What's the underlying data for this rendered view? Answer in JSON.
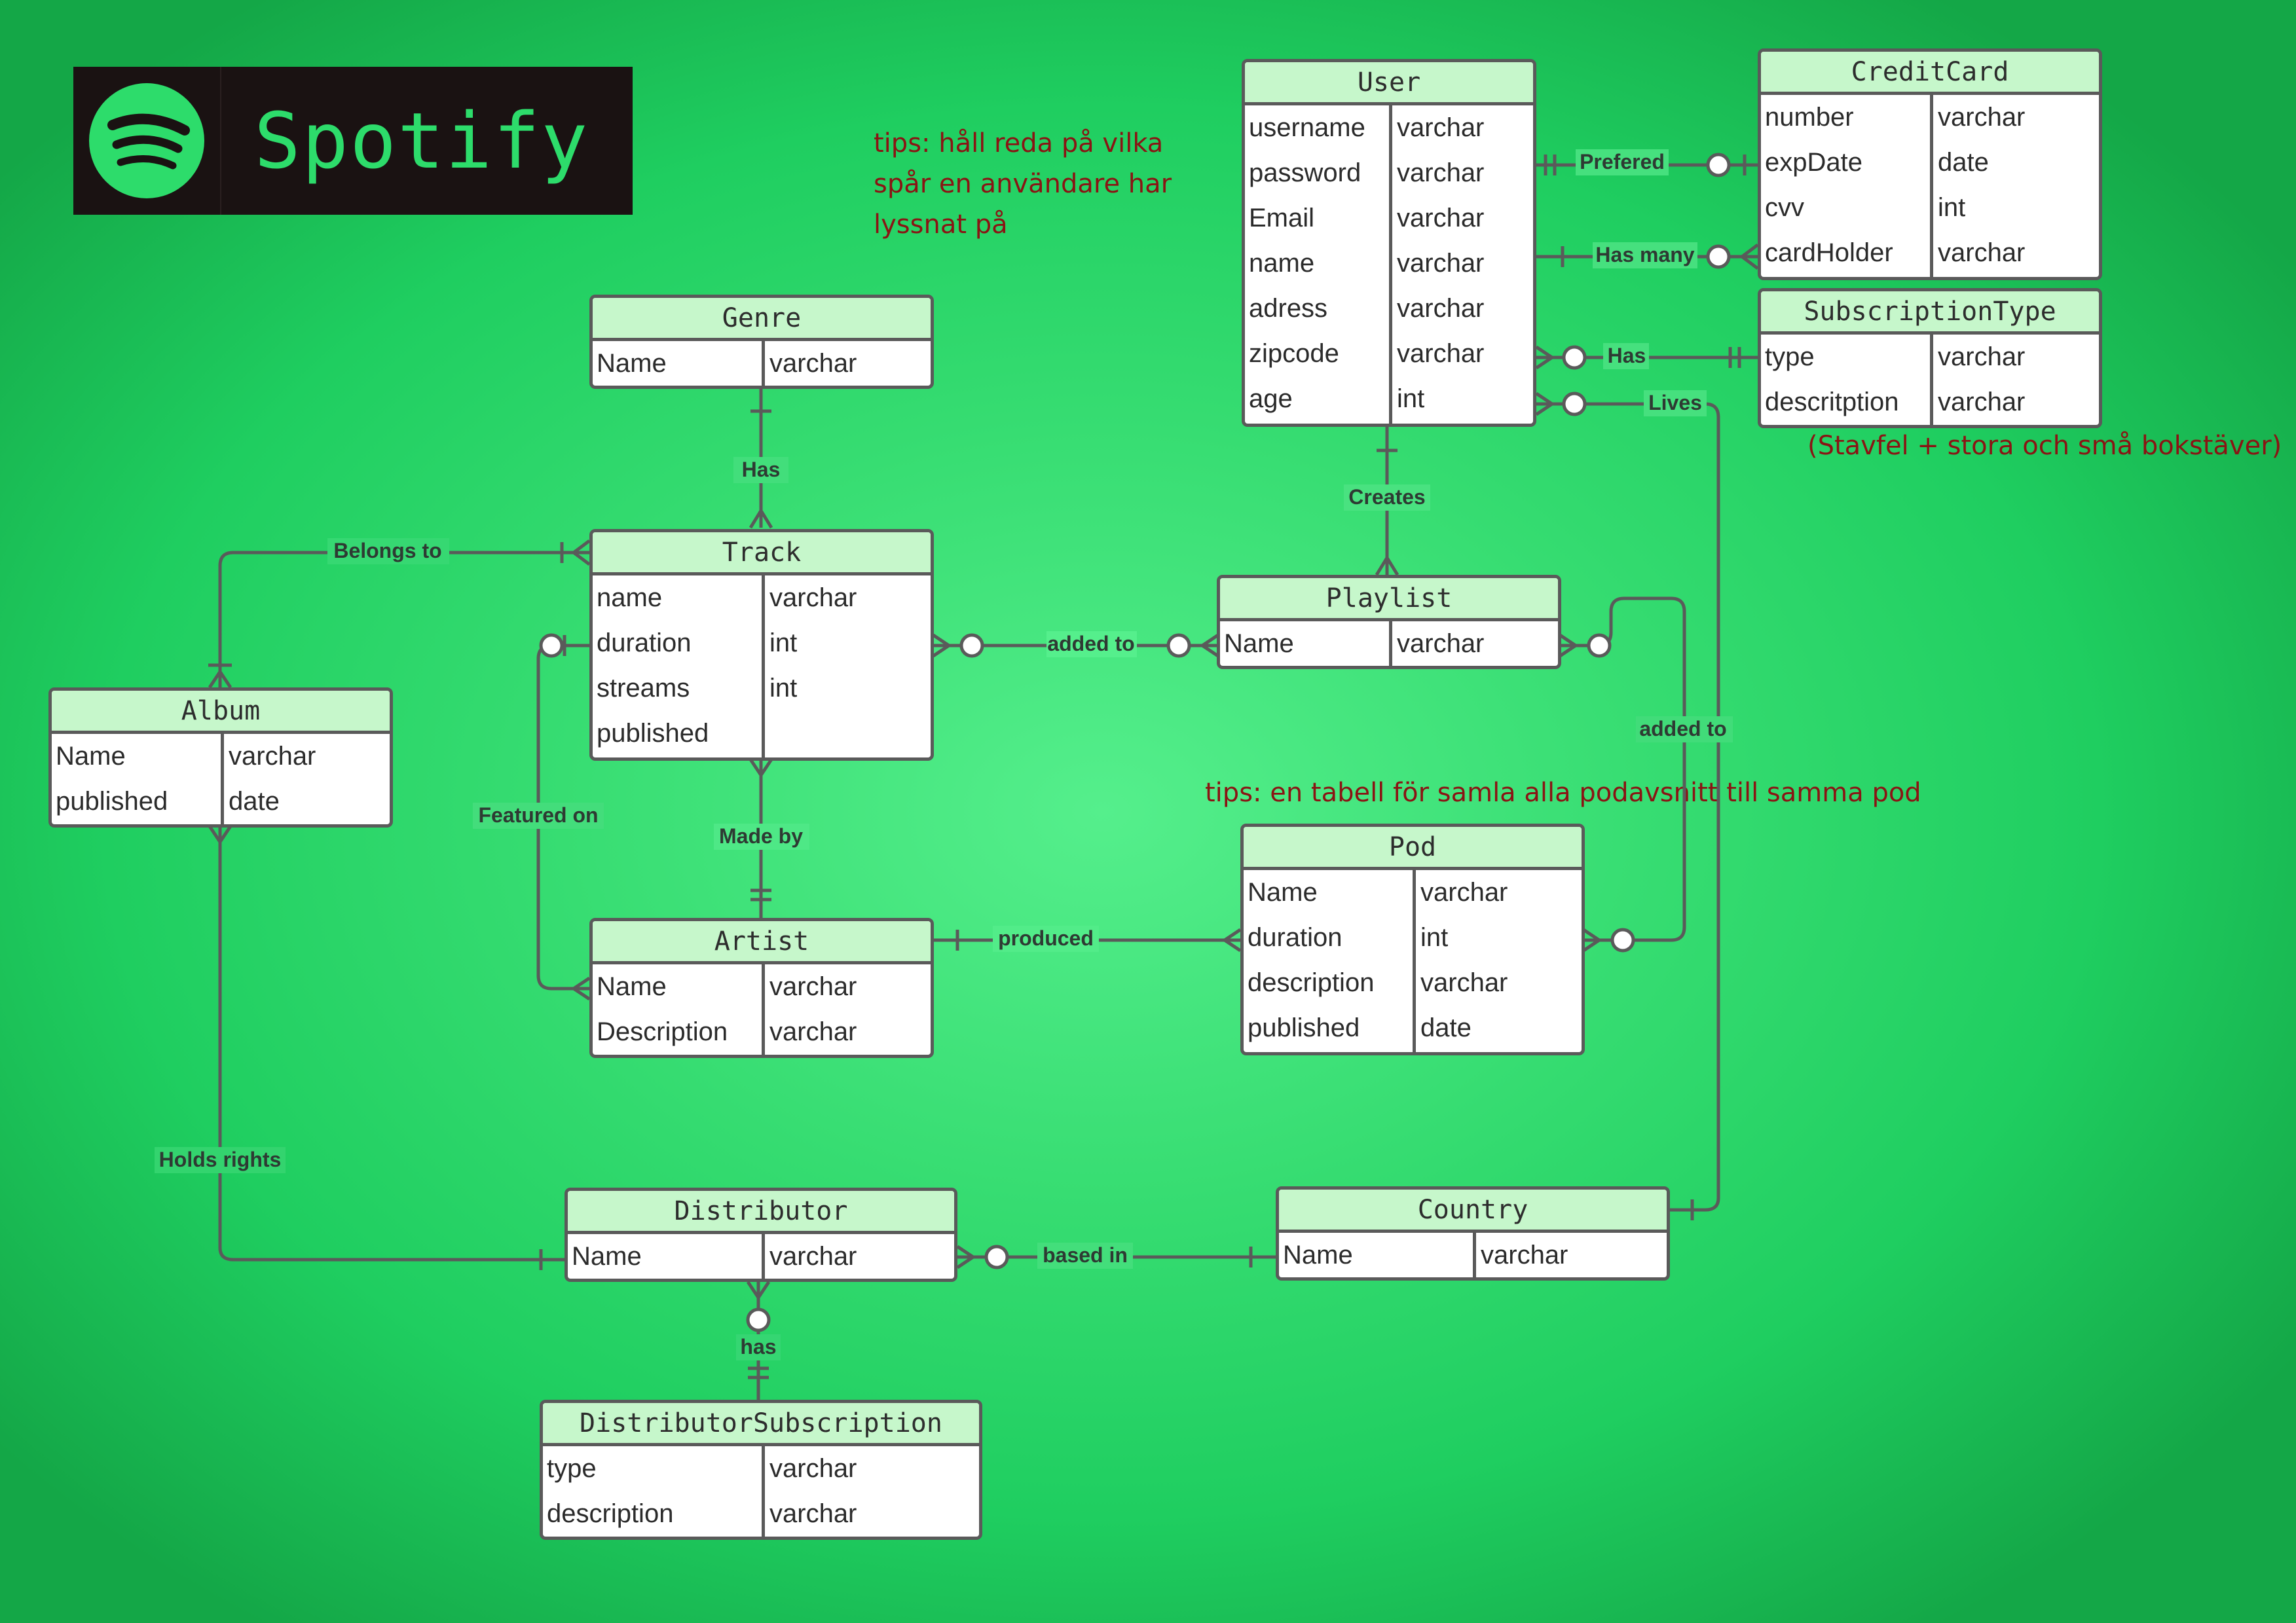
{
  "title": "Spotify",
  "colors": {
    "header_fill": "#c6f7cb",
    "line": "#5a5a5a",
    "tip_text": "#8a1414",
    "logo_bg": "#1a1212",
    "logo_green": "#2ddc6b"
  },
  "logo_icon": "spotify-icon",
  "tips": {
    "listened": "tips: håll reda på vilka\nspår en användare har\nlyssnat på",
    "podcast": "tips: en tabell för samla alla podavsnitt till samma pod",
    "spelling": "(Stavfel + stora och små bokstäver)"
  },
  "entities": {
    "user": {
      "name": "User",
      "fields": [
        {
          "name": "username",
          "type": "varchar"
        },
        {
          "name": "password",
          "type": "varchar"
        },
        {
          "name": "Email",
          "type": "varchar"
        },
        {
          "name": "name",
          "type": "varchar"
        },
        {
          "name": "adress",
          "type": "varchar"
        },
        {
          "name": "zipcode",
          "type": "varchar"
        },
        {
          "name": "age",
          "type": "int"
        }
      ]
    },
    "creditcard": {
      "name": "CreditCard",
      "fields": [
        {
          "name": "number",
          "type": "varchar"
        },
        {
          "name": "expDate",
          "type": "date"
        },
        {
          "name": "cvv",
          "type": "int"
        },
        {
          "name": "cardHolder",
          "type": "varchar"
        }
      ]
    },
    "subscriptiontype": {
      "name": "SubscriptionType",
      "fields": [
        {
          "name": "type",
          "type": "varchar"
        },
        {
          "name": "descritption",
          "type": "varchar"
        }
      ]
    },
    "genre": {
      "name": "Genre",
      "fields": [
        {
          "name": "Name",
          "type": "varchar"
        }
      ]
    },
    "track": {
      "name": "Track",
      "fields": [
        {
          "name": "name",
          "type": "varchar"
        },
        {
          "name": "duration",
          "type": "int"
        },
        {
          "name": "streams",
          "type": "int"
        },
        {
          "name": "published",
          "type": ""
        }
      ]
    },
    "playlist": {
      "name": "Playlist",
      "fields": [
        {
          "name": "Name",
          "type": "varchar"
        }
      ]
    },
    "album": {
      "name": "Album",
      "fields": [
        {
          "name": "Name",
          "type": "varchar"
        },
        {
          "name": "published",
          "type": "date"
        }
      ]
    },
    "artist": {
      "name": "Artist",
      "fields": [
        {
          "name": "Name",
          "type": "varchar"
        },
        {
          "name": "Description",
          "type": "varchar"
        }
      ]
    },
    "pod": {
      "name": "Pod",
      "fields": [
        {
          "name": "Name",
          "type": "varchar"
        },
        {
          "name": "duration",
          "type": "int"
        },
        {
          "name": "description",
          "type": "varchar"
        },
        {
          "name": "published",
          "type": "date"
        }
      ]
    },
    "distributor": {
      "name": "Distributor",
      "fields": [
        {
          "name": "Name",
          "type": "varchar"
        }
      ]
    },
    "country": {
      "name": "Country",
      "fields": [
        {
          "name": "Name",
          "type": "varchar"
        }
      ]
    },
    "distributorsubscription": {
      "name": "DistributorSubscription",
      "fields": [
        {
          "name": "type",
          "type": "varchar"
        },
        {
          "name": "description",
          "type": "varchar"
        }
      ]
    }
  },
  "relationships": {
    "prefered": "Prefered",
    "has_many": "Has many",
    "has_subscription": "Has",
    "lives": "Lives",
    "genre_has": "Has",
    "creates": "Creates",
    "belongs_to": "Belongs to",
    "added_to_playlist": "added to",
    "added_to_pod": "added to",
    "featured_on": "Featured on",
    "made_by": "Made by",
    "produced": "produced",
    "holds_rights": "Holds rights",
    "based_in": "based in",
    "distributor_has": "has"
  }
}
